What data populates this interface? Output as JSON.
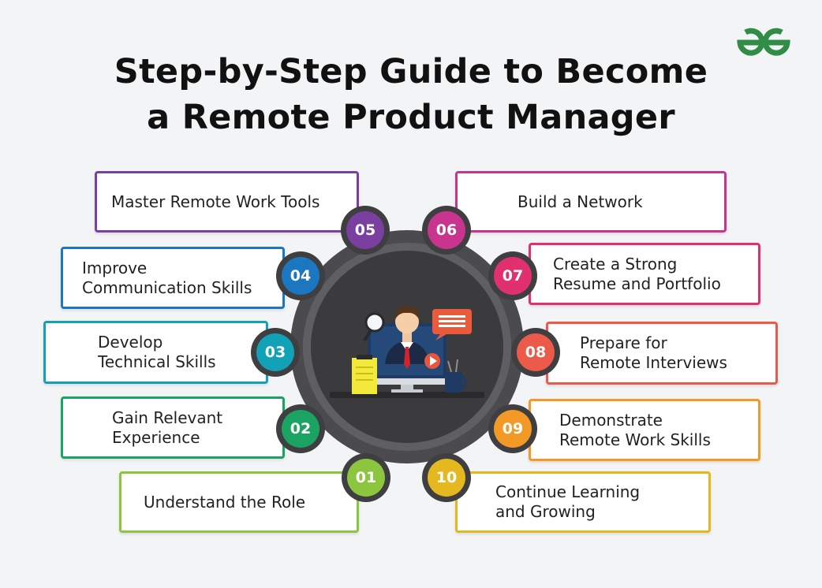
{
  "title": {
    "line1": "Step-by-Step Guide to Become",
    "line2": "a Remote Product Manager"
  },
  "logo": {
    "icon": "geeksforgeeks-logo",
    "color": "#2f8d46"
  },
  "hub": {
    "icon": "remote-manager-illustration",
    "ring_color": "#5a5a5e",
    "core_color": "#3d3d40"
  },
  "steps": [
    {
      "number": "01",
      "lines": [
        "Understand the Role"
      ],
      "color": "#8cc63f"
    },
    {
      "number": "02",
      "lines": [
        "Gain Relevant",
        "Experience"
      ],
      "color": "#1aa362"
    },
    {
      "number": "03",
      "lines": [
        "Develop",
        "Technical Skills"
      ],
      "color": "#11a2b7"
    },
    {
      "number": "04",
      "lines": [
        "Improve",
        "Communication Skills"
      ],
      "color": "#1a77c0"
    },
    {
      "number": "05",
      "lines": [
        "Master Remote Work Tools"
      ],
      "color": "#7a3f9f"
    },
    {
      "number": "06",
      "lines": [
        "Build a Network"
      ],
      "color": "#c8348e"
    },
    {
      "number": "07",
      "lines": [
        "Create a Strong",
        "Resume and Portfolio"
      ],
      "color": "#e0306e"
    },
    {
      "number": "08",
      "lines": [
        "Prepare for",
        "Remote Interviews"
      ],
      "color": "#ec5a4a"
    },
    {
      "number": "09",
      "lines": [
        "Demonstrate",
        "Remote Work Skills"
      ],
      "color": "#f29a25"
    },
    {
      "number": "10",
      "lines": [
        "Continue Learning",
        "and Growing"
      ],
      "color": "#e6b81f"
    }
  ]
}
